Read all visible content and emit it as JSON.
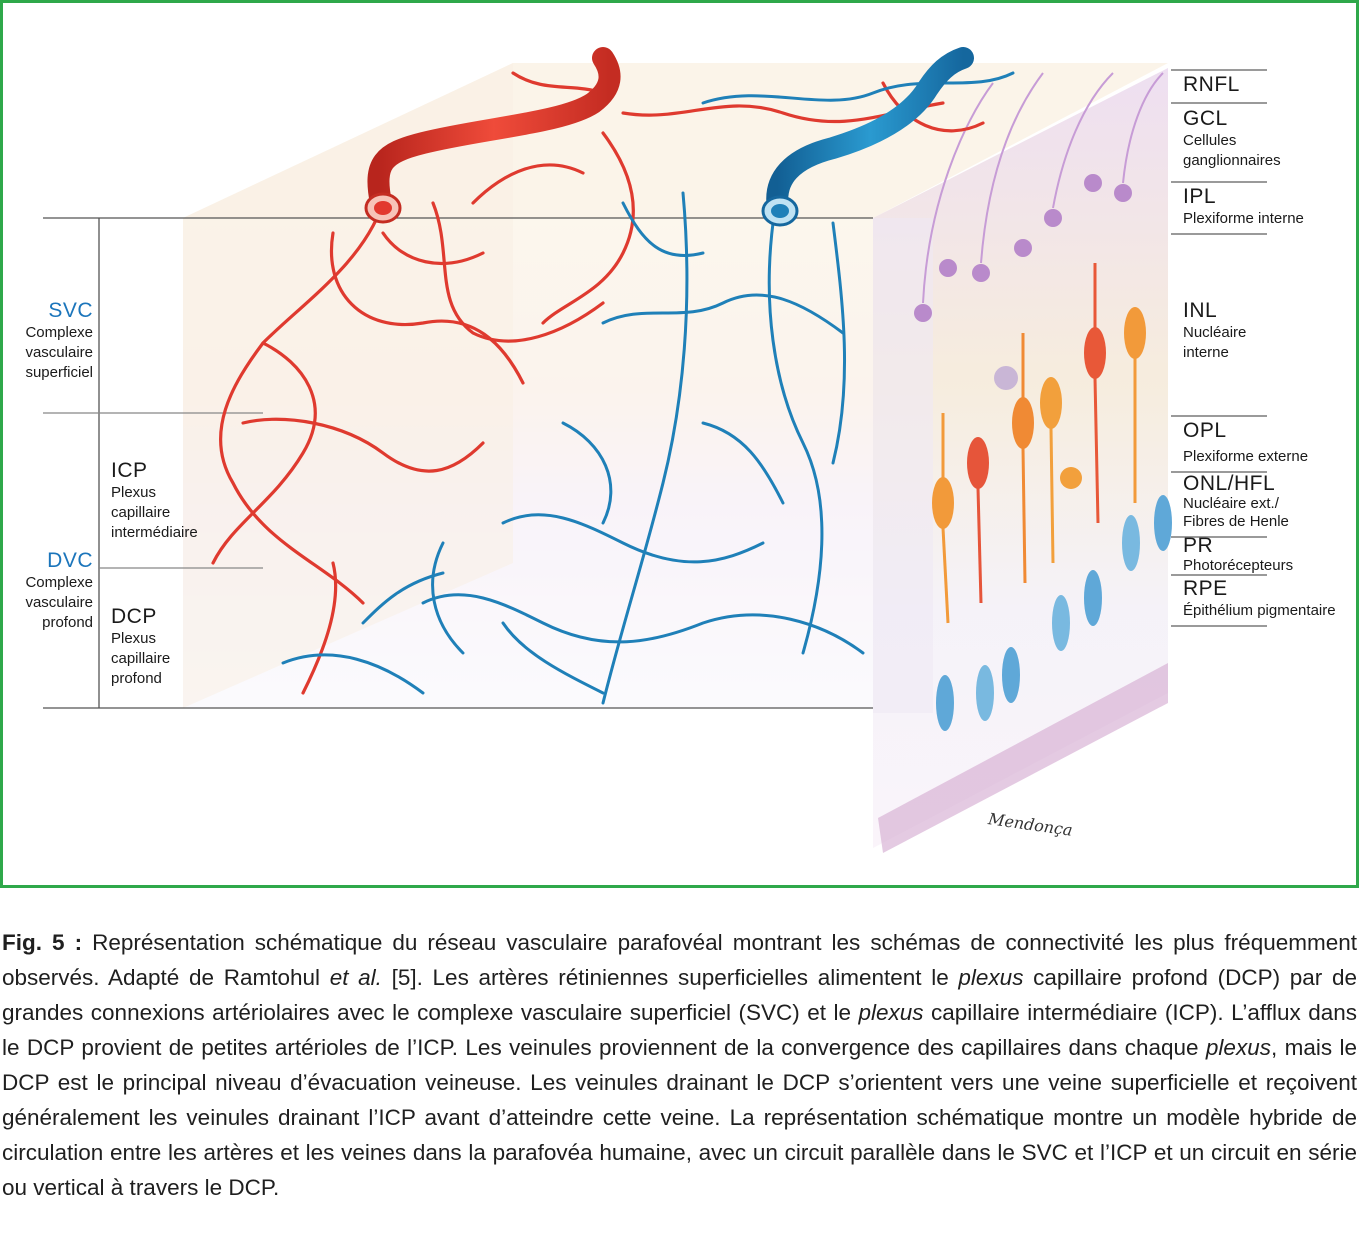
{
  "colors": {
    "frame_border": "#2fa84a",
    "artery": "#e2382e",
    "vein": "#1f80b8",
    "label_blue": "#1b75bb"
  },
  "left_labels": {
    "svc": {
      "abbr": "SVC",
      "line1": "Complexe",
      "line2": "vasculaire",
      "line3": "superficiel"
    },
    "icp": {
      "abbr": "ICP",
      "line1": "Plexus",
      "line2": "capillaire",
      "line3": "intermédiaire"
    },
    "dvc": {
      "abbr": "DVC",
      "line1": "Complexe",
      "line2": "vasculaire",
      "line3": "profond"
    },
    "dcp": {
      "abbr": "DCP",
      "line1": "Plexus",
      "line2": "capillaire",
      "line3": "profond"
    }
  },
  "right_labels": {
    "rnfl": {
      "abbr": "RNFL"
    },
    "gcl": {
      "abbr": "GCL",
      "line1": "Cellules",
      "line2": "ganglionnaires"
    },
    "ipl": {
      "abbr": "IPL",
      "line1": "Plexiforme interne"
    },
    "inl": {
      "abbr": "INL",
      "line1": "Nucléaire",
      "line2": "interne"
    },
    "opl": {
      "abbr": "OPL",
      "line1": "Plexiforme externe"
    },
    "onl": {
      "abbr": "ONL/HFL",
      "line1": "Nucléaire ext./",
      "line2": "Fibres de Henle"
    },
    "pr": {
      "abbr": "PR",
      "line1": "Photorécepteurs"
    },
    "rpe": {
      "abbr": "RPE",
      "line1": "Épithélium pigmentaire"
    }
  },
  "signature": "Mendonça",
  "caption": {
    "lead": "Fig. 5 :",
    "s1": " Représentation schématique du réseau vasculaire parafovéal montrant les schémas de connectivité les plus fréquemment observés. Adapté de Ramtohul ",
    "etal": "et al.",
    "s2": " [5]. Les artères rétiniennes superficielles alimentent le ",
    "plexus1": "plexus",
    "s3": " capillaire profond (DCP) par de grandes connexions artériolaires avec le complexe vasculaire superficiel (SVC) et le ",
    "plexus2": "plexus",
    "s4": " capillaire intermédiaire (ICP). L’afflux dans le DCP provient de petites artérioles de l’ICP. Les veinules proviennent de la convergence des capillaires dans chaque ",
    "plexus3": "plexus",
    "s5": ", mais le DCP est le principal niveau d’évacuation veineuse. Les veinules drainant le DCP s’orientent vers une veine superficielle et reçoivent généralement les veinules drainant l’ICP avant d’atteindre cette veine. La représentation schématique montre un modèle hybride de circulation entre les artères et les veines dans la parafovéa humaine, avec un circuit parallèle dans le SVC et l’ICP et un circuit en série ou vertical à travers le DCP."
  }
}
